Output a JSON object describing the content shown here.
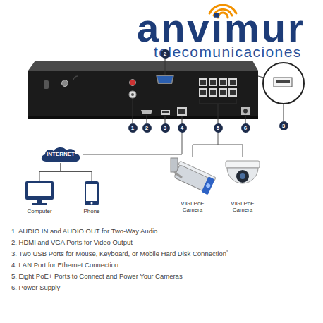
{
  "diagram": {
    "nodes": [
      {
        "text": [
          "INTERNET"
        ]
      },
      {
        "text": [
          "Computer"
        ]
      },
      {
        "text": [
          "Phone"
        ]
      },
      {
        "text": [
          "VIGI PoE Camera"
        ]
      },
      {
        "text": [
          "VIGI PoE Camera"
        ]
      }
    ],
    "edges": [
      {
        "from": 0,
        "to": 1,
        "arrow": "none"
      },
      {
        "from": 0,
        "to": 2,
        "arrow": "none"
      }
    ],
    "labels": [
      "anvimur",
      "telecomunicaciones",
      "2",
      "1",
      "2",
      "3",
      "4",
      "5",
      "6",
      "3",
      "1. AUDIO IN and AUDIO OUT for Two-Way Audio",
      "2. HDMI and VGA Ports for Video Output",
      "3. Two USB Ports for Mouse, Keyboard, or Mobile Hard Disk Connection",
      "*",
      "4. LAN Port for Ethernet Connection",
      "5. Eight PoE+ Ports to Connect and Power Your Cameras",
      "6. Power Supply"
    ]
  }
}
